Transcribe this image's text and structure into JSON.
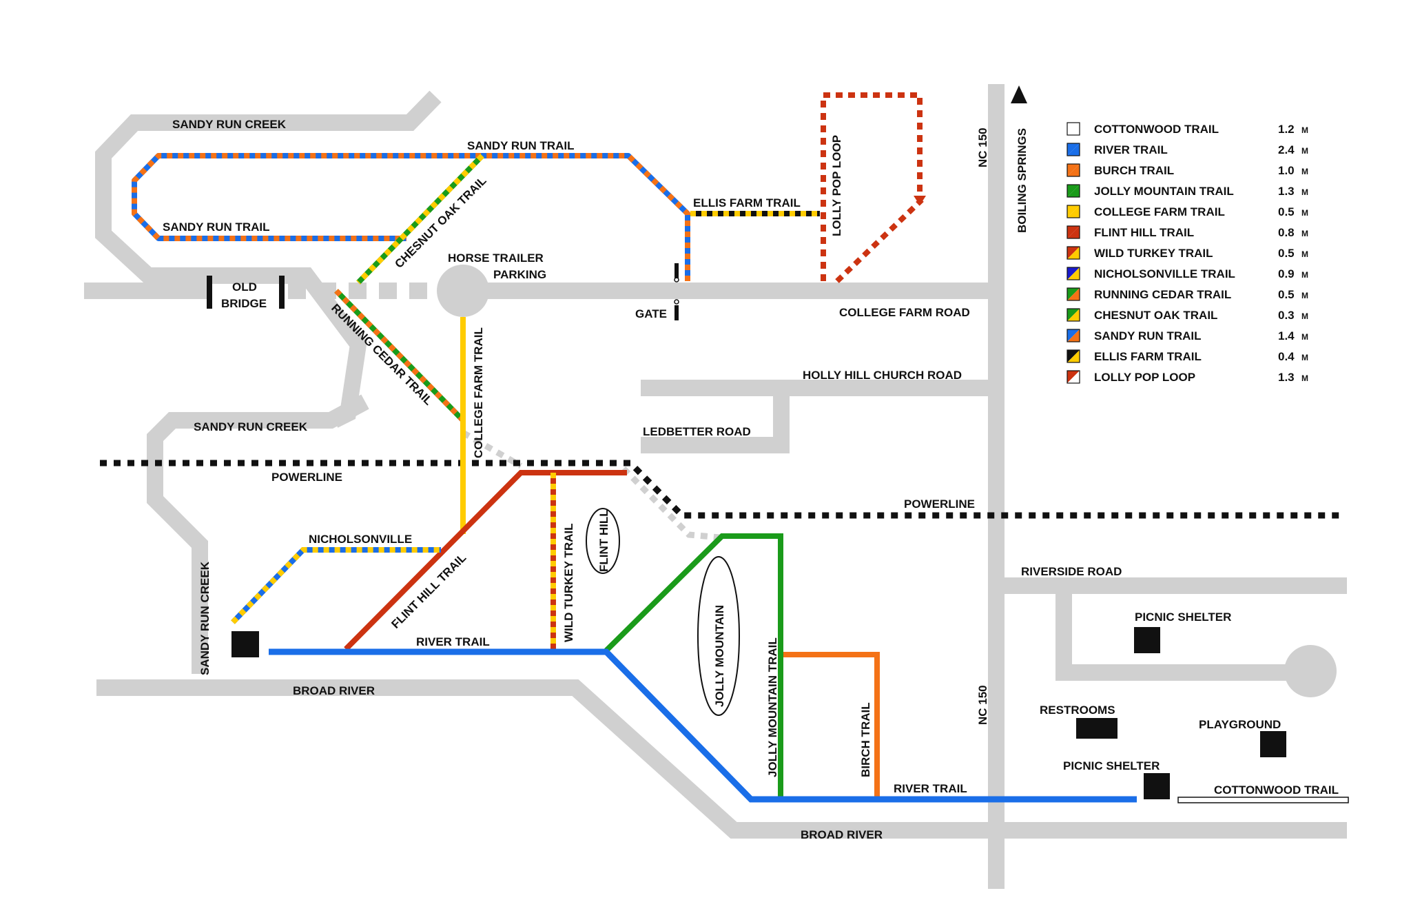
{
  "labels": {
    "sandy_run_creek": "SANDY RUN CREEK",
    "sandy_run_trail": "SANDY RUN TRAIL",
    "chesnut_oak_trail": "CHESNUT OAK TRAIL",
    "ellis_farm_trail": "ELLIS FARM TRAIL",
    "lolly_pop_loop": "LOLLY POP LOOP",
    "nc150": "NC 150",
    "boiling_springs": "BOILING SPRINGS",
    "old": "OLD",
    "bridge": "BRIDGE",
    "horse_trailer": "HORSE TRAILER",
    "parking": "PARKING",
    "gate": "GATE",
    "college_farm_road": "COLLEGE FARM ROAD",
    "running_cedar_trail": "RUNNING CEDAR  TRAIL",
    "college_farm_trail": "COLLEGE FARM TRAIL",
    "holly_hill_church_road": "HOLLY HILL CHURCH ROAD",
    "ledbetter_road": "LEDBETTER ROAD",
    "powerline": "POWERLINE",
    "nicholsonville": "NICHOLSONVILLE",
    "flint_hill_trail": "FLINT HILL TRAIL",
    "wild_turkey_trail": "WILD TURKEY TRAIL",
    "flint_hill": "FLINT HILL",
    "jolly_mountain": "JOLLY MOUNTAIN",
    "jolly_mountain_trail": "JOLLY MOUNTAIN TRAIL",
    "birch_trail": "BIRCH TRAIL",
    "river_trail": "RIVER TRAIL",
    "broad_river": "BROAD RIVER",
    "riverside_road": "RIVERSIDE ROAD",
    "picnic_shelter": "PICNIC SHELTER",
    "restrooms": "RESTROOMS",
    "playground": "PLAYGROUND",
    "cottonwood_trail": "COTTONWOOD TRAIL"
  },
  "legend": [
    {
      "name": "COTTONWOOD TRAIL",
      "dist": "1.2",
      "unit": "M",
      "c1": "#ffffff",
      "c2": "#ffffff"
    },
    {
      "name": "RIVER TRAIL",
      "dist": "2.4",
      "unit": "M",
      "c1": "#1a6ee8",
      "c2": "#1a6ee8"
    },
    {
      "name": "BURCH TRAIL",
      "dist": "1.0",
      "unit": "M",
      "c1": "#f47216",
      "c2": "#f47216"
    },
    {
      "name": "JOLLY MOUNTAIN TRAIL",
      "dist": "1.3",
      "unit": "M",
      "c1": "#1a9b1a",
      "c2": "#1a9b1a"
    },
    {
      "name": "COLLEGE FARM TRAIL",
      "dist": "0.5",
      "unit": "M",
      "c1": "#ffcc00",
      "c2": "#ffcc00"
    },
    {
      "name": "FLINT HILL TRAIL",
      "dist": "0.8",
      "unit": "M",
      "c1": "#cc3311",
      "c2": "#cc3311"
    },
    {
      "name": "WILD TURKEY TRAIL",
      "dist": "0.5",
      "unit": "M",
      "c1": "#cc3311",
      "c2": "#ffcc00"
    },
    {
      "name": "NICHOLSONVILLE TRAIL",
      "dist": "0.9",
      "unit": "M",
      "c1": "#1a1acc",
      "c2": "#ffcc00"
    },
    {
      "name": "RUNNING CEDAR TRAIL",
      "dist": "0.5",
      "unit": "M",
      "c1": "#1a9b1a",
      "c2": "#f47216"
    },
    {
      "name": "CHESNUT OAK TRAIL",
      "dist": "0.3",
      "unit": "M",
      "c1": "#1a9b1a",
      "c2": "#ffcc00"
    },
    {
      "name": "SANDY RUN  TRAIL",
      "dist": "1.4",
      "unit": "M",
      "c1": "#1a6ee8",
      "c2": "#f47216"
    },
    {
      "name": "ELLIS FARM TRAIL",
      "dist": "0.4",
      "unit": "M",
      "c1": "#111111",
      "c2": "#ffcc00"
    },
    {
      "name": "LOLLY POP LOOP",
      "dist": "1.3",
      "unit": "M",
      "c1": "#cc3311",
      "c2": "#ffffff"
    }
  ],
  "colors": {
    "road": "#d0d0d0",
    "river_trail": "#1a6ee8",
    "orange": "#f47216",
    "green": "#1a9b1a",
    "yellow": "#ffcc00",
    "red": "#cc3311",
    "black": "#111111"
  },
  "icons": [
    "north-arrow-icon",
    "gate-icon",
    "building-icon"
  ]
}
